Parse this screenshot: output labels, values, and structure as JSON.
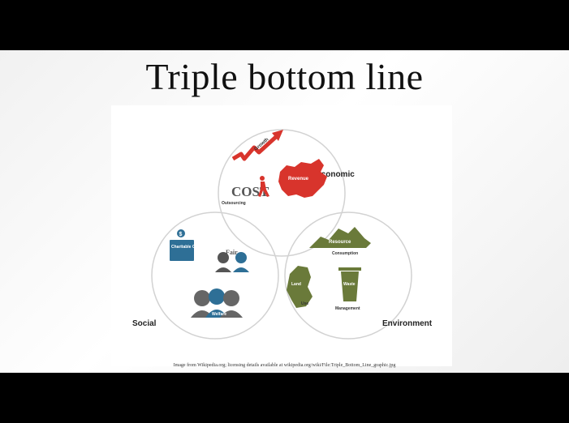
{
  "slide": {
    "title": "Triple bottom line",
    "caption": "Image from Wikipedia.org; licensing details available at wikipedia.org/wiki/File:Triple_Bottom_Line_graphic.jpg"
  },
  "diagram": {
    "circles": {
      "economic": "Economic",
      "social": "Social",
      "environment": "Environment"
    },
    "economic_items": {
      "growth": "Growth",
      "cost": "COST",
      "cost_sub": "Outsourcing",
      "revenue": "Revenue"
    },
    "social_items": {
      "charity": "Charitable Contribution",
      "fair": "Fair",
      "welfare": "Welfare"
    },
    "environment_items": {
      "resource": "Resource",
      "consumption": "Consumption",
      "land": "Land",
      "use": "Use",
      "waste": "Waste",
      "management": "Management"
    },
    "colors": {
      "economic_red": "#d8342c",
      "social_blue": "#2e6f96",
      "env_olive": "#6a7a3a",
      "outline": "#d2d2d2"
    }
  }
}
